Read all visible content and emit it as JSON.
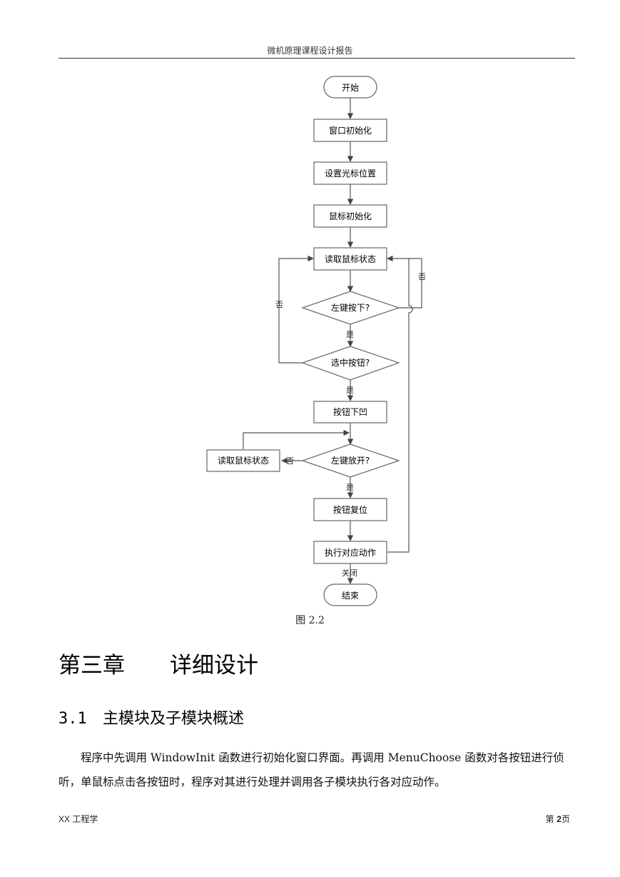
{
  "header": {
    "title": "微机原理课程设计报告"
  },
  "flowchart": {
    "start": "开始",
    "window_init": "窗口初始化",
    "set_cursor": "设置光标位置",
    "mouse_init": "鼠标初始化",
    "read_mouse": "读取鼠标状态",
    "left_pressed": "左键按下?",
    "button_selected": "选中按钮?",
    "button_down": "按钮下凹",
    "left_released": "左键放开?",
    "read_mouse_side": "读取鼠标状态",
    "button_reset": "按钮复位",
    "execute": "执行对应动作",
    "end": "结束",
    "label_no_right": "否",
    "label_no_left": "否",
    "label_yes_1": "是",
    "label_yes_2": "是",
    "label_no_side": "否",
    "label_yes_3": "是",
    "label_close": "关闭"
  },
  "figure_caption": "图 2.2",
  "chapter": {
    "number": "第三章",
    "title": "详细设计"
  },
  "section": {
    "number": "3.1",
    "title": "主模块及子模块概述"
  },
  "paragraph": "程序中先调用 WindowInit 函数进行初始化窗口界面。再调用 MenuChoose 函数对各按钮进行侦听，单鼠标点击各按钮时，程序对其进行处理并调用各子模块执行各对应动作。",
  "footer": {
    "left": "XX 工程学",
    "page_prefix": "第 ",
    "page_number": "2",
    "page_suffix": "页"
  }
}
